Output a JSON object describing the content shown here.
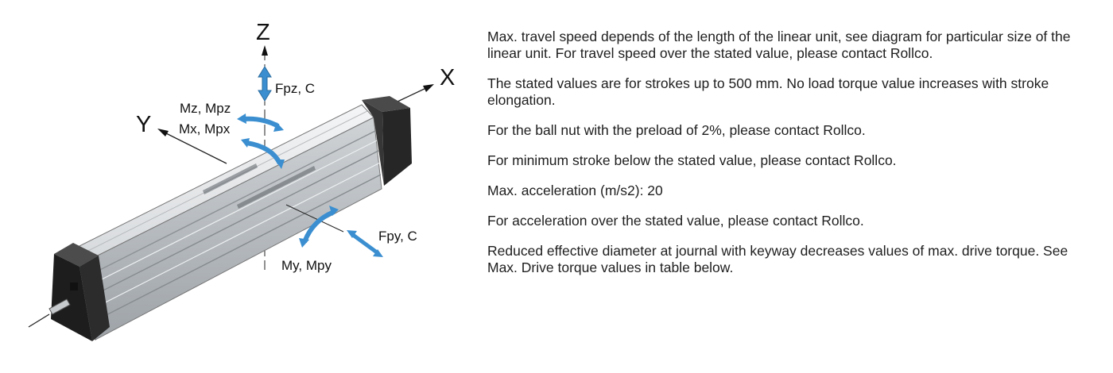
{
  "diagram": {
    "axes": {
      "x": "X",
      "y": "Y",
      "z": "Z"
    },
    "loads": {
      "fpz": "Fpz, C",
      "mz": "Mz, Mpz",
      "mx": "Mx, Mpx",
      "fpy": "Fpy, C",
      "my": "My, Mpy"
    },
    "colors": {
      "arrow": "#3b8fd0",
      "profile": "#e4e6e8",
      "endcap": "#2f2f2f"
    }
  },
  "notes": [
    "Max. travel speed depends of the length of the linear unit, see diagram for particular size of the linear unit. For travel speed over the stated value, please contact Rollco.",
    "The stated values are for strokes up to 500 mm. No load torque value increases with stroke elongation.",
    "For the ball nut with the preload of 2%, please contact Rollco.",
    "For minimum stroke below the stated value, please contact Rollco.",
    "Max. acceleration (m/s2): 20",
    "For acceleration over the stated value, please contact Rollco.",
    "Reduced effective diameter at journal with keyway decreases values of max. drive torque. See Max. Drive torque values in table below."
  ]
}
